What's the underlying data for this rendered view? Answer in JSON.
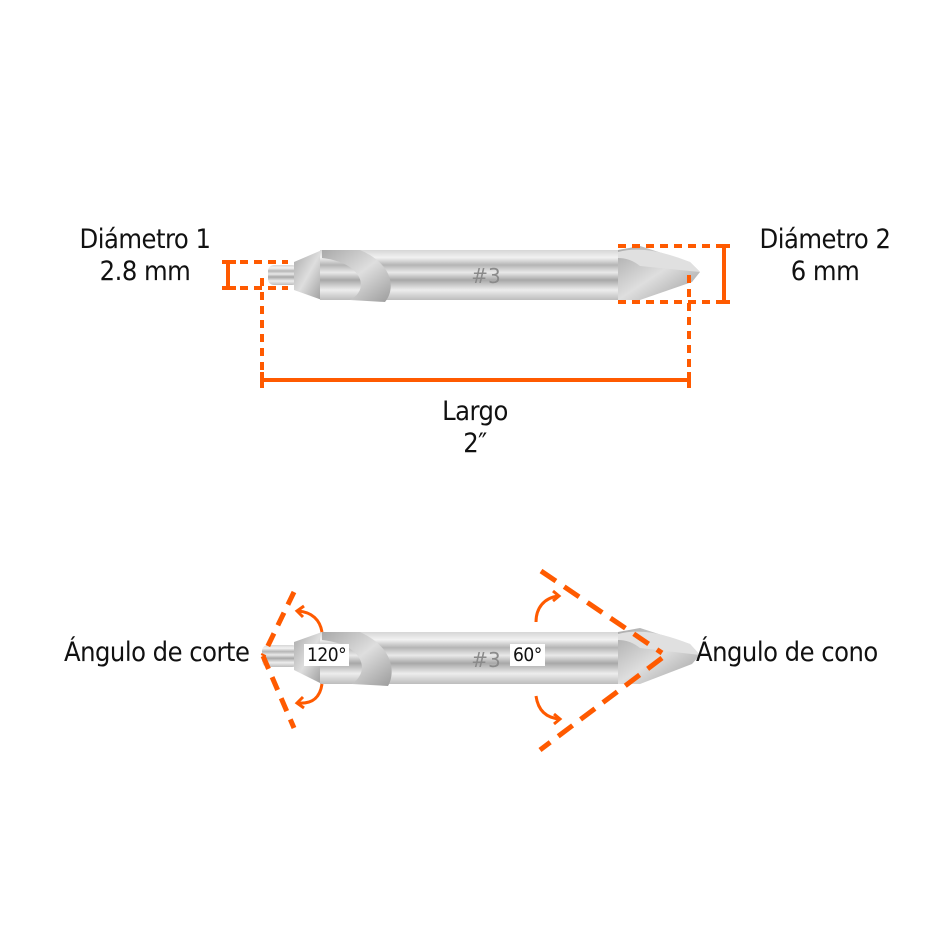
{
  "colors": {
    "accent": "#FF5A00",
    "text": "#111111",
    "background": "#FFFFFF",
    "steel_light": "#E8E8E8",
    "steel_mid": "#C4C4C4",
    "steel_dark": "#9A9A9A"
  },
  "top_diagram": {
    "diameter1": {
      "title": "Diámetro 1",
      "value": "2.8 mm"
    },
    "diameter2": {
      "title": "Diámetro 2",
      "value": "6 mm"
    },
    "length": {
      "title": "Largo",
      "value": "2″"
    },
    "drill_marking": "#3"
  },
  "bottom_diagram": {
    "cutting_angle": {
      "title": "Ángulo de corte",
      "value": "120°"
    },
    "cone_angle": {
      "title": "Ángulo de cono",
      "value": "60°"
    },
    "drill_marking": "#3"
  },
  "icons": [
    "dimension-line-icon",
    "angle-arc-arrow-icon",
    "center-drill-bit-icon"
  ]
}
